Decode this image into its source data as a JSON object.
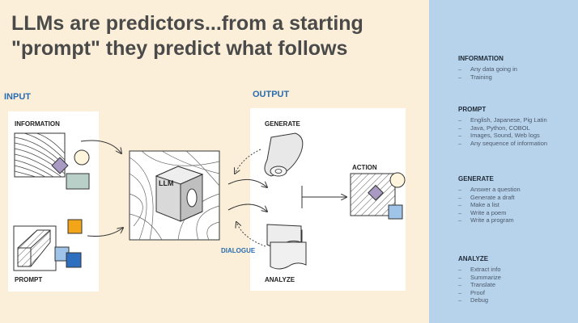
{
  "slide": {
    "title_line1": "LLMs are predictors...from a starting",
    "title_line2": "\"prompt\" they predict what follows"
  },
  "diagram": {
    "input_label": "INPUT",
    "output_label": "OUTPUT",
    "information_label": "INFORMATION",
    "prompt_label": "PROMPT",
    "llm_label": "LLM",
    "generate_label": "GENERATE",
    "analyze_label": "ANALYZE",
    "action_label": "ACTION",
    "dialogue_label": "DIALOGUE"
  },
  "sidebar": {
    "sections": [
      {
        "heading": "INFORMATION",
        "items": [
          "Any data going in",
          "Training"
        ]
      },
      {
        "heading": "PROMPT",
        "items": [
          "English, Japanese, Pig Latin",
          "Java, Python, COBOL",
          "Images, Sound, Web logs",
          "Any sequence of information"
        ]
      },
      {
        "heading": "GENERATE",
        "items": [
          "Answer a question",
          "Generate a draft",
          "Make a list",
          "Write a poem",
          "Write a program"
        ]
      },
      {
        "heading": "ANALYZE",
        "items": [
          "Extract info",
          "Summarize",
          "Translate",
          "Proof",
          "Debug"
        ]
      }
    ]
  },
  "colors": {
    "background": "#fcefd9",
    "sidebar": "#b7d3ec",
    "accent_blue": "#2a6cb0",
    "orange": "#f3a51a",
    "square_blue": "#2f6fc0",
    "light_blue": "#9fc4e8",
    "diamond_purple": "#a99ac4",
    "teal_rect": "#b8d0c8"
  }
}
